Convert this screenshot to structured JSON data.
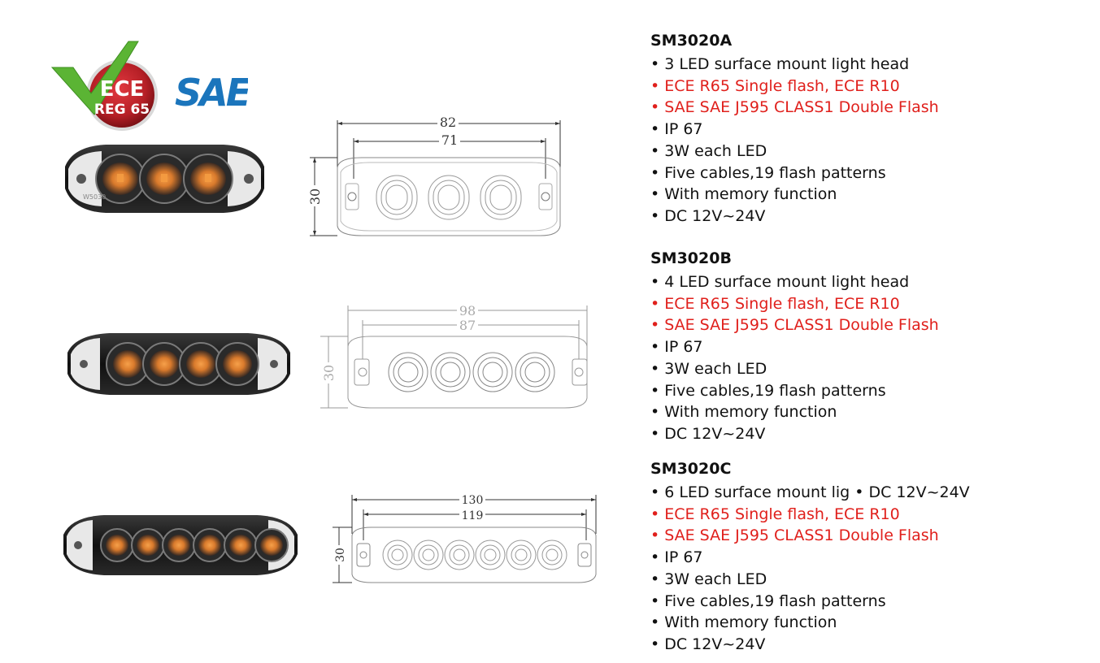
{
  "certs": {
    "ece_line1": "ECE",
    "ece_line2": "REG 65",
    "sae": "SAE"
  },
  "products": [
    {
      "model": "SM3020A",
      "features": [
        {
          "text": "3 LED surface mount light head",
          "red": false
        },
        {
          "text": "ECE R65 Single flash, ECE R10",
          "red": true
        },
        {
          "text": "SAE SAE J595 CLASS1 Double Flash",
          "red": true
        },
        {
          "text": "IP 67",
          "red": false
        },
        {
          "text": "3W each LED",
          "red": false
        },
        {
          "text": "Five cables,19 flash patterns",
          "red": false
        },
        {
          "text": "With memory function",
          "red": false
        },
        {
          "text": "DC 12V~24V",
          "red": false
        }
      ],
      "dims": {
        "overall": "82",
        "holes": "71",
        "height": "30"
      },
      "photo_label": "W5030"
    },
    {
      "model": "SM3020B",
      "features": [
        {
          "text": "4 LED surface mount light head",
          "red": false
        },
        {
          "text": "ECE R65 Single flash, ECE R10",
          "red": true
        },
        {
          "text": "SAE SAE J595 CLASS1 Double Flash",
          "red": true
        },
        {
          "text": "IP 67",
          "red": false
        },
        {
          "text": "3W each LED",
          "red": false
        },
        {
          "text": "Five cables,19 flash patterns",
          "red": false
        },
        {
          "text": "With memory function",
          "red": false
        },
        {
          "text": "DC 12V~24V",
          "red": false
        }
      ],
      "dims": {
        "overall": "98",
        "holes": "87",
        "height": "30"
      }
    },
    {
      "model": "SM3020C",
      "features": [
        {
          "text": "6 LED surface mount lig • DC 12V~24V",
          "red": false
        },
        {
          "text": "ECE R65 Single flash, ECE R10",
          "red": true
        },
        {
          "text": "SAE SAE J595 CLASS1 Double Flash",
          "red": true
        },
        {
          "text": "IP 67",
          "red": false
        },
        {
          "text": "3W each LED",
          "red": false
        },
        {
          "text": "Five cables,19 flash patterns",
          "red": false
        },
        {
          "text": "With memory function",
          "red": false
        },
        {
          "text": "DC 12V~24V",
          "red": false
        }
      ],
      "dims": {
        "overall": "130",
        "holes": "119",
        "height": "30"
      }
    }
  ],
  "bullet": "•",
  "colors": {
    "red": "#e0201c",
    "amber": "#e8862a",
    "ece_red": "#c0272d",
    "sae_blue": "#1b75bc",
    "check_green": "#5bb434"
  }
}
